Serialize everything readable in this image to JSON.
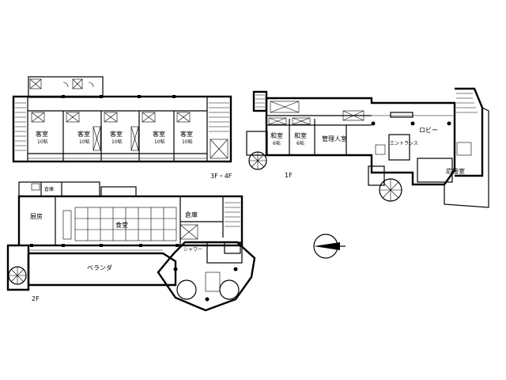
{
  "floor_labels": {
    "upper": "3F・4F",
    "first": "1F",
    "second": "2F"
  },
  "upper_floor": {
    "guest_rooms": [
      {
        "name": "客室",
        "size": "10帖"
      },
      {
        "name": "客室",
        "size": "10帖"
      },
      {
        "name": "客室",
        "size": "10帖"
      },
      {
        "name": "客室",
        "size": "10帖"
      },
      {
        "name": "客室",
        "size": "10帖"
      }
    ]
  },
  "first_floor": {
    "japanese_rooms": [
      {
        "name": "和室",
        "size": "6帖"
      },
      {
        "name": "和室",
        "size": "6帖"
      }
    ],
    "manager_room": "管理人室",
    "lobby": "ロビー",
    "entrance": "エントランス",
    "reception_room": "応接室"
  },
  "second_floor": {
    "storage_left": "倉庫",
    "kitchen": "厨房",
    "dining": "食堂",
    "storage_right": "倉庫",
    "shower": "シャワー",
    "veranda": "ベランダ"
  },
  "compass": {
    "icon": "compass-north-arrow-icon"
  }
}
